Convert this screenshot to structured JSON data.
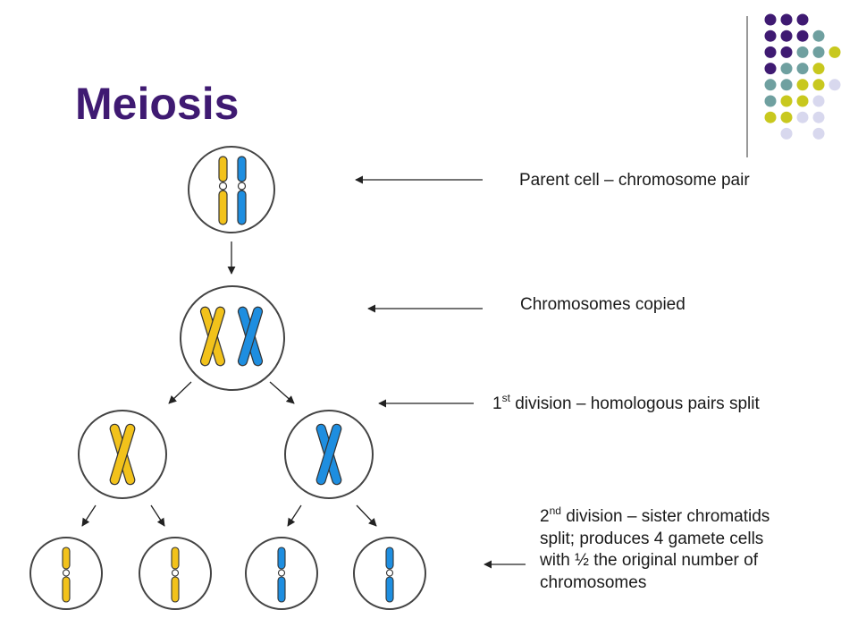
{
  "title": "Meiosis",
  "labels": {
    "parent": "Parent cell – chromosome pair",
    "copied": "Chromosomes copied",
    "first_sup": "st",
    "first_rest": " division – homologous pairs split",
    "first_num": "1",
    "second_num": "2",
    "second_sup": "nd",
    "second_line1": " division – sister chromatids",
    "second_line2": "split; produces 4 gamete cells",
    "second_line3": "with ½ the original number of",
    "second_line4": "chromosomes"
  },
  "colors": {
    "title": "#3f1a72",
    "chromosome_yellow": "#f2c21b",
    "chromosome_blue": "#1e8ee0",
    "dot_purple": "#3f1a72",
    "dot_teal": "#6fa0a0",
    "dot_lime": "#c8c81e",
    "dot_lavender": "#d8d8ee"
  }
}
